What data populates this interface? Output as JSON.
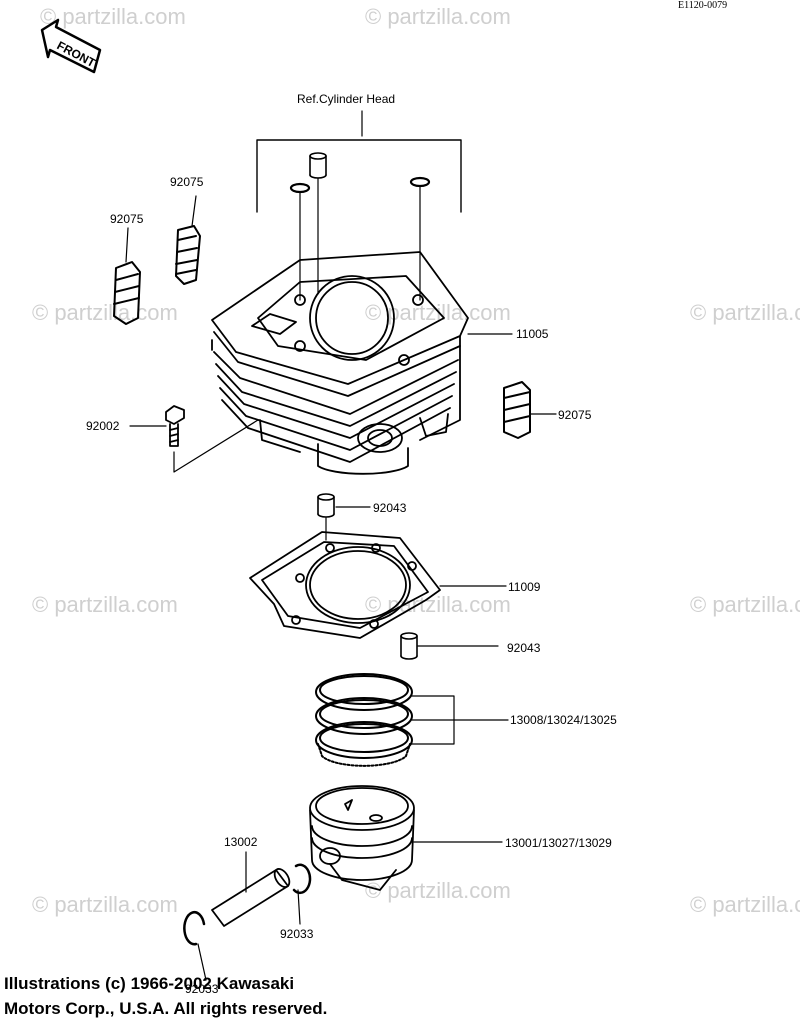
{
  "diagram_code": "E1120-0079",
  "front_label": "FRONT",
  "watermark": "© partzilla.com",
  "labels": {
    "ref_cylinder_head": "Ref.Cylinder Head",
    "p11005": "11005",
    "p92075_a": "92075",
    "p92075_b": "92075",
    "p92075_c": "92075",
    "p92002": "92002",
    "p92043_a": "92043",
    "p11009": "11009",
    "p92043_b": "92043",
    "p_rings": "13008/13024/13025",
    "p13002": "13002",
    "p_piston": "13001/13027/13029",
    "p92033_a": "92033",
    "p92033_b": "92033"
  },
  "copyright": {
    "line1": "Illustrations (c) 1966-2002 Kawasaki",
    "line2": "Motors Corp., U.S.A.  All rights reserved."
  }
}
